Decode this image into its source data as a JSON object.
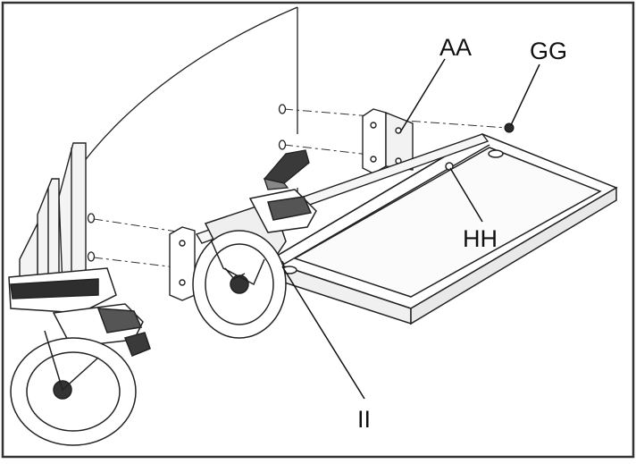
{
  "diagram": {
    "labels": {
      "aa": "AA",
      "gg": "GG",
      "hh": "HH",
      "ii": "II"
    }
  },
  "colors": {
    "line": "#222222",
    "frame": "#333333",
    "background": "#ffffff"
  }
}
